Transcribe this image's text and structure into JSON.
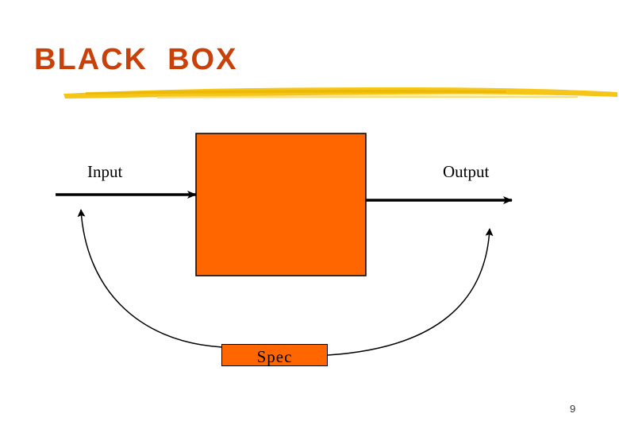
{
  "slide": {
    "title": "BLACK  BOX",
    "page_number": "9",
    "title_color": "#c8410b",
    "underline_color": "#f5c518"
  },
  "diagram": {
    "input_label": "Input",
    "output_label": "Output",
    "spec_label": "Spec",
    "box_color": "#ff6600",
    "line_color": "#000000"
  }
}
